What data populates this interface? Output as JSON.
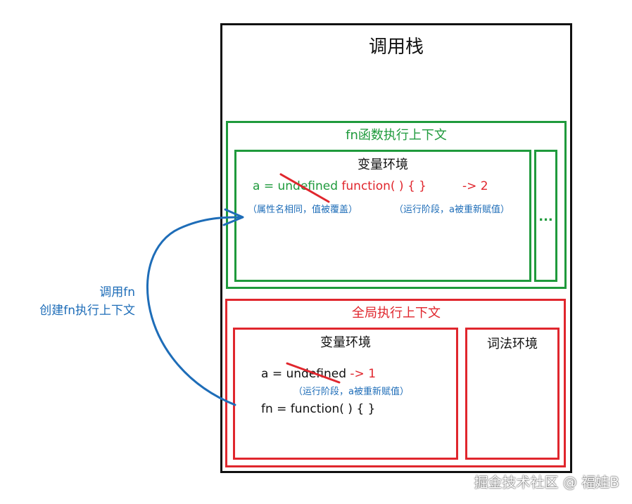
{
  "colors": {
    "green": "#1f9a3c",
    "red": "#e0262d",
    "blue": "#1e6db8",
    "black": "#111111"
  },
  "call_stack": {
    "title": "调用栈"
  },
  "fn_context": {
    "title": "fn函数执行上下文",
    "variable_env": {
      "title": "变量环境",
      "var_prefix": "a = ",
      "old_value": "undefined",
      "new_value": "function( ) { }",
      "arrow_value": "-> 2",
      "note_left": "（属性名相同，值被覆盖）",
      "note_right": "（运行阶段，a被重新赋值）"
    },
    "more_label": "..."
  },
  "global_context": {
    "title": "全局执行上下文",
    "variable_env": {
      "title": "变量环境",
      "var_prefix": "a = ",
      "old_value": "undefined",
      "arrow_value": "-> 1",
      "note": "（运行阶段，a被重新赋值）",
      "fn_line": "fn = function( ) { }"
    },
    "lexical_env": {
      "title": "词法环境"
    }
  },
  "call_label": {
    "line1": "调用fn",
    "line2": "创建fn执行上下文"
  },
  "watermark": "掘金技术社区 @ 福娃B"
}
